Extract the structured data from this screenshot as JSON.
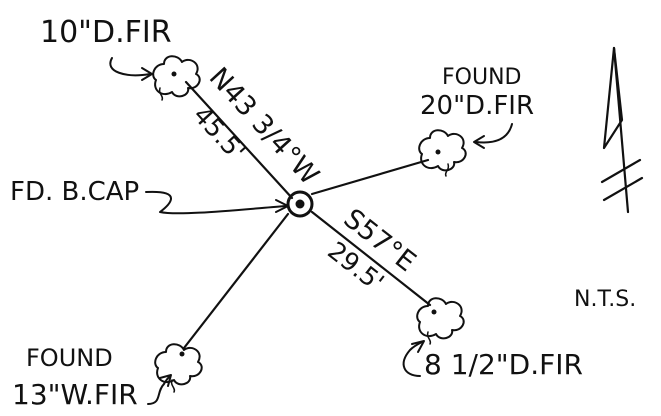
{
  "sketch": {
    "center_label": "FD. B.CAP",
    "trees": [
      {
        "id": "nw",
        "label_lines": [
          "10\"D.FIR"
        ],
        "bearing": "N43 3/4°W",
        "distance": "45.5'",
        "icon": "tree-stump-icon"
      },
      {
        "id": "ne",
        "label_lines": [
          "FOUND",
          "20\"D.FIR"
        ],
        "icon": "tree-stump-icon"
      },
      {
        "id": "se",
        "label_lines": [
          "8 1/2\"D.FIR"
        ],
        "bearing": "S57°E",
        "distance": "29.5'",
        "icon": "tree-stump-icon"
      },
      {
        "id": "sw",
        "label_lines": [
          "FOUND",
          "13\"W.FIR"
        ],
        "icon": "tree-stump-icon"
      }
    ],
    "north_arrow": {
      "icon": "north-arrow-icon"
    },
    "scale_note": "N.T.S."
  }
}
